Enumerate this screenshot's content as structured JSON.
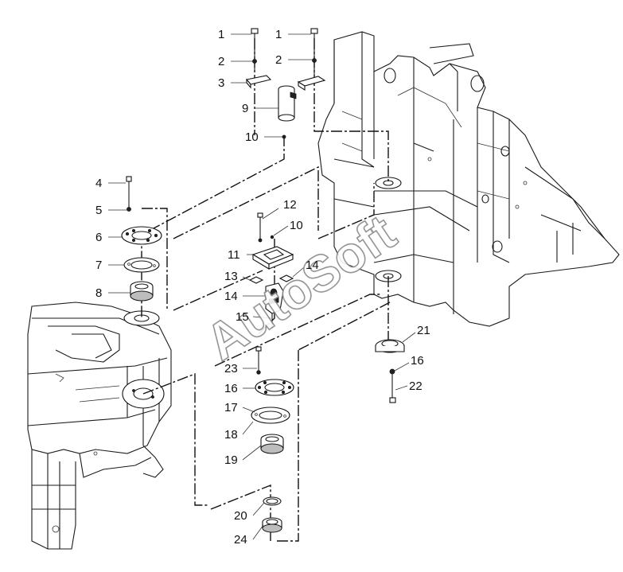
{
  "watermark": "AutoSoft",
  "callouts": [
    {
      "num": "1"
    },
    {
      "num": "1"
    },
    {
      "num": "2"
    },
    {
      "num": "2"
    },
    {
      "num": "3"
    },
    {
      "num": "9"
    },
    {
      "num": "10"
    },
    {
      "num": "4"
    },
    {
      "num": "5"
    },
    {
      "num": "6"
    },
    {
      "num": "7"
    },
    {
      "num": "8"
    },
    {
      "num": "12"
    },
    {
      "num": "10"
    },
    {
      "num": "11"
    },
    {
      "num": "13"
    },
    {
      "num": "14"
    },
    {
      "num": "14"
    },
    {
      "num": "15"
    },
    {
      "num": "21"
    },
    {
      "num": "16"
    },
    {
      "num": "22"
    },
    {
      "num": "23"
    },
    {
      "num": "16"
    },
    {
      "num": "17"
    },
    {
      "num": "18"
    },
    {
      "num": "19"
    },
    {
      "num": "20"
    },
    {
      "num": "24"
    }
  ]
}
